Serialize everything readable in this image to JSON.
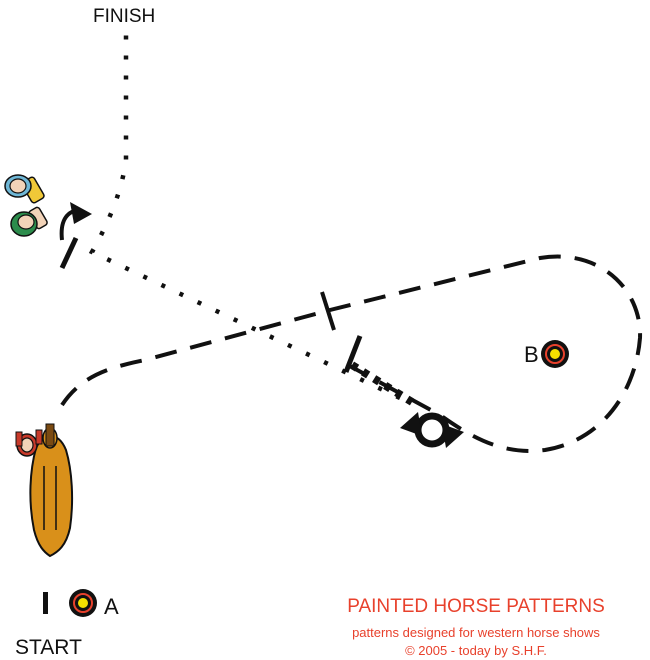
{
  "labels": {
    "finish": "FINISH",
    "start": "START",
    "marker_a": "A",
    "marker_b": "B"
  },
  "brand": {
    "title": "PAINTED HORSE PATTERNS",
    "subtitle": "patterns designed for western horse shows",
    "copyright": "© 2005 - today by S.H.F."
  },
  "colors": {
    "brand": "#e8412c",
    "line": "#111111",
    "horse": "#d9901a",
    "marker_ring": "#e8412c",
    "marker_center": "#f5e000",
    "judge_1": "#f0c838",
    "judge_2": "#2c8c4c"
  },
  "icons": {
    "horse": "horse-with-rider-icon",
    "judge": "judge-icon",
    "marker": "cone-marker-icon",
    "spin": "spin-arrows-icon",
    "turn": "turn-arrow-icon"
  }
}
